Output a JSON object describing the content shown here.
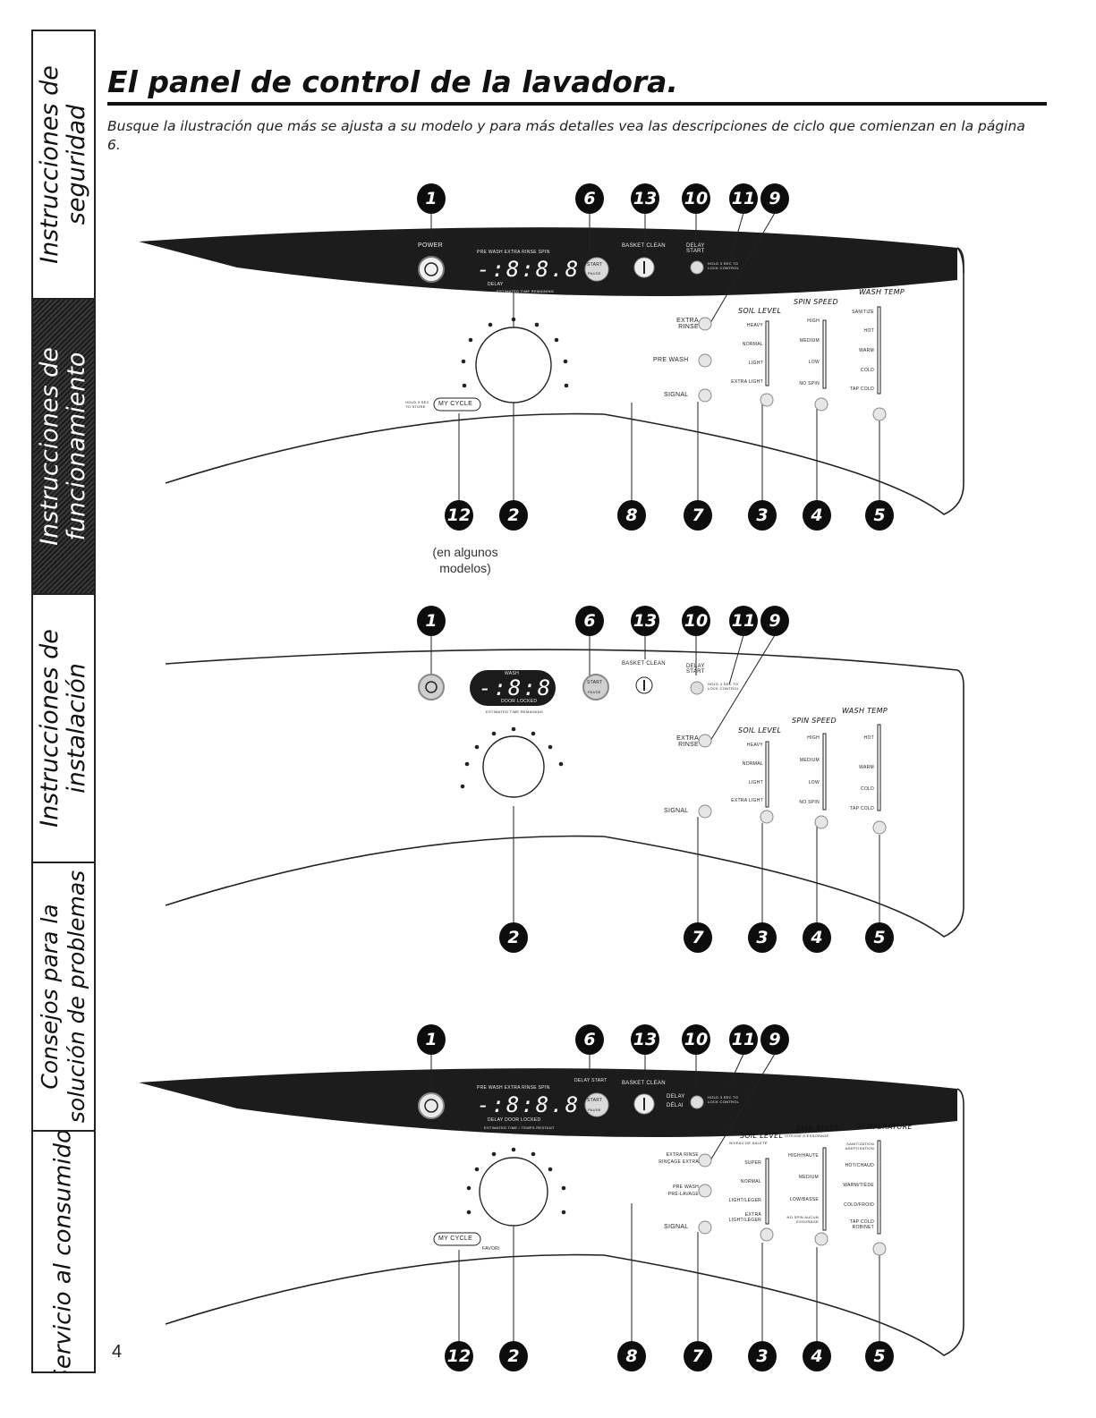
{
  "sidebar": {
    "tabs": [
      {
        "line1": "Instrucciones de",
        "line2": "seguridad"
      },
      {
        "line1": "Instrucciones de",
        "line2": "funcionamiento"
      },
      {
        "line1": "Instrucciones de",
        "line2": "instalación"
      },
      {
        "line1": "Consejos para la",
        "line2": "solución de problemas"
      },
      {
        "line1": "Servicio al consumidor",
        "line2": ""
      }
    ]
  },
  "header": {
    "title": "El panel de control de la lavadora.",
    "intro": "Busque la ilustración que más se ajusta a su modelo y para más detalles vea las descripciones de ciclo que comienzan en la página 6."
  },
  "page_number": "4",
  "note": "(en algunos modelos)",
  "callouts": {
    "c1": "1",
    "c2": "2",
    "c3": "3",
    "c4": "4",
    "c5": "5",
    "c6": "6",
    "c7": "7",
    "c8": "8",
    "c9": "9",
    "c10": "10",
    "c11": "11",
    "c12": "12",
    "c13": "13"
  },
  "panel1": {
    "power": "Power",
    "display_top": "Pre Wash  Extra Rinse  Spin",
    "display": "-:8:8.8",
    "delay": "Delay",
    "est_time": "Estimated Time Remaining",
    "start": "Start",
    "pause": "Pause",
    "basket_clean": "Basket Clean",
    "delay_start": "Delay Start",
    "hold_lock": "Hold 3 Sec to Lock Control",
    "hold_store": "Hold 3 Sec to Store",
    "my_cycle": "My Cycle",
    "extra_rinse": "Extra Rinse",
    "pre_wash": "Pre Wash",
    "signal": "Signal",
    "soil_level": "Soil Level",
    "soil_options": [
      "Heavy",
      "Normal",
      "Light",
      "Extra Light"
    ],
    "spin_speed": "Spin Speed",
    "spin_options": [
      "High",
      "Medium",
      "Low",
      "No Spin"
    ],
    "wash_temp": "Wash Temp",
    "temp_options": [
      "Sanitize",
      "Hot",
      "Warm",
      "Cold",
      "Tap Cold"
    ]
  },
  "panel2": {
    "display_top": "Wash",
    "display": "-:8:8.8",
    "door_locked": "Door Locked",
    "est_time": "Estimated Time Remaining",
    "start": "Start",
    "pause": "Pause",
    "basket_clean": "Basket Clean",
    "delay_start": "Delay Start",
    "hold_lock": "Hold 3 Sec to Lock Control",
    "extra_rinse": "Extra Rinse",
    "signal": "Signal",
    "soil_level": "Soil Level",
    "soil_options": [
      "Heavy",
      "Normal",
      "Light",
      "Extra Light"
    ],
    "spin_speed": "Spin Speed",
    "spin_options": [
      "High",
      "Medium",
      "Low",
      "No Spin"
    ],
    "wash_temp": "Wash Temp",
    "temp_options": [
      "Hot",
      "Warm",
      "Cold",
      "Tap Cold"
    ]
  },
  "panel3": {
    "display_top": "Pre Wash  Extra Rinse  Spin",
    "display": "-:8:8.8",
    "delay_door": "Delay  Door Locked",
    "est_time": "Estimated Time / Temps Restant",
    "start": "Start",
    "pause": "Pause",
    "delay_start": "Delay Start",
    "basket_clean": "Basket Clean",
    "delay": "Delay",
    "delai": "Délai",
    "hold_lock": "Hold 3 Sec to Lock Control",
    "my_cycle": "My Cycle",
    "favori": "Favori",
    "extra_rinse": "Extra Rinse",
    "extra_rinse_fr": "Rinçage Extra",
    "pre_wash": "Pre Wash",
    "pre_wash_fr": "Pré-Lavage",
    "signal": "Signal",
    "soil_level": "Soil Level",
    "soil_level_fr": "Niveau de Saleté",
    "soil_options": [
      "Super",
      "Normal",
      "Light/Léger",
      "Extra Light/Léger"
    ],
    "spin_speed": "Spin Speed",
    "spin_speed_fr": "Vitesse d'Essorage",
    "spin_options": [
      "High/Haute",
      "Medium",
      "Low/Basse",
      "No Spin Aucun Essorage"
    ],
    "temperature": "Temperature",
    "temp_options": [
      "Sanitization Aseptisation",
      "Hot/Chaud",
      "Warm/Tiède",
      "Cold/Froid",
      "Tap Cold Robinet"
    ]
  }
}
